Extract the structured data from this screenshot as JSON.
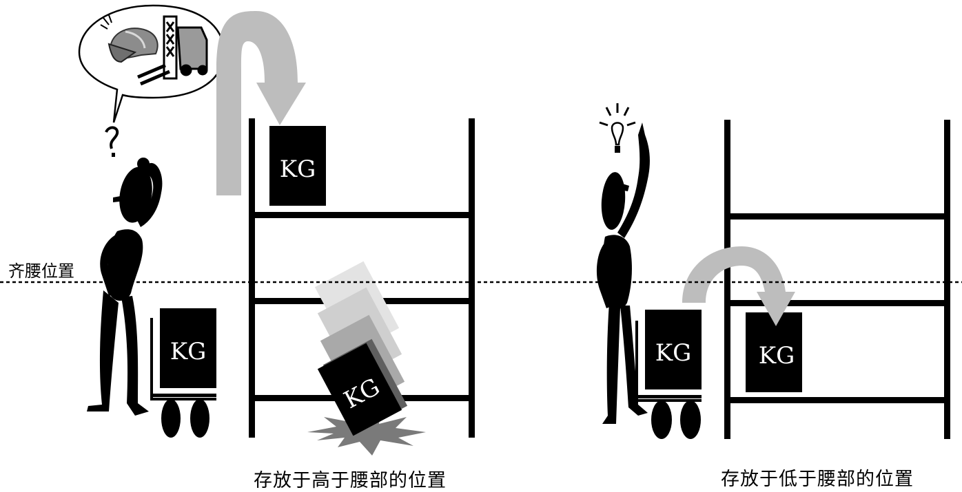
{
  "waist_label": "齐腰位置",
  "box_label": "KG",
  "caption_left": "存放于高于腰部的位置",
  "caption_right": "存放于低于腰部的位置",
  "colors": {
    "ink": "#000000",
    "arrow": "#bdbdbd",
    "falling_boxes": [
      "#e3e3e3",
      "#cfcfcf",
      "#a9a9a9",
      "#5f5f5f"
    ],
    "impact": "#7a7a7a",
    "helmet": "#8c8c8c"
  },
  "icons": [
    "speech-bubble-icon",
    "hard-hat-icon",
    "forklift-icon",
    "question-mark-icon",
    "lightbulb-icon"
  ]
}
